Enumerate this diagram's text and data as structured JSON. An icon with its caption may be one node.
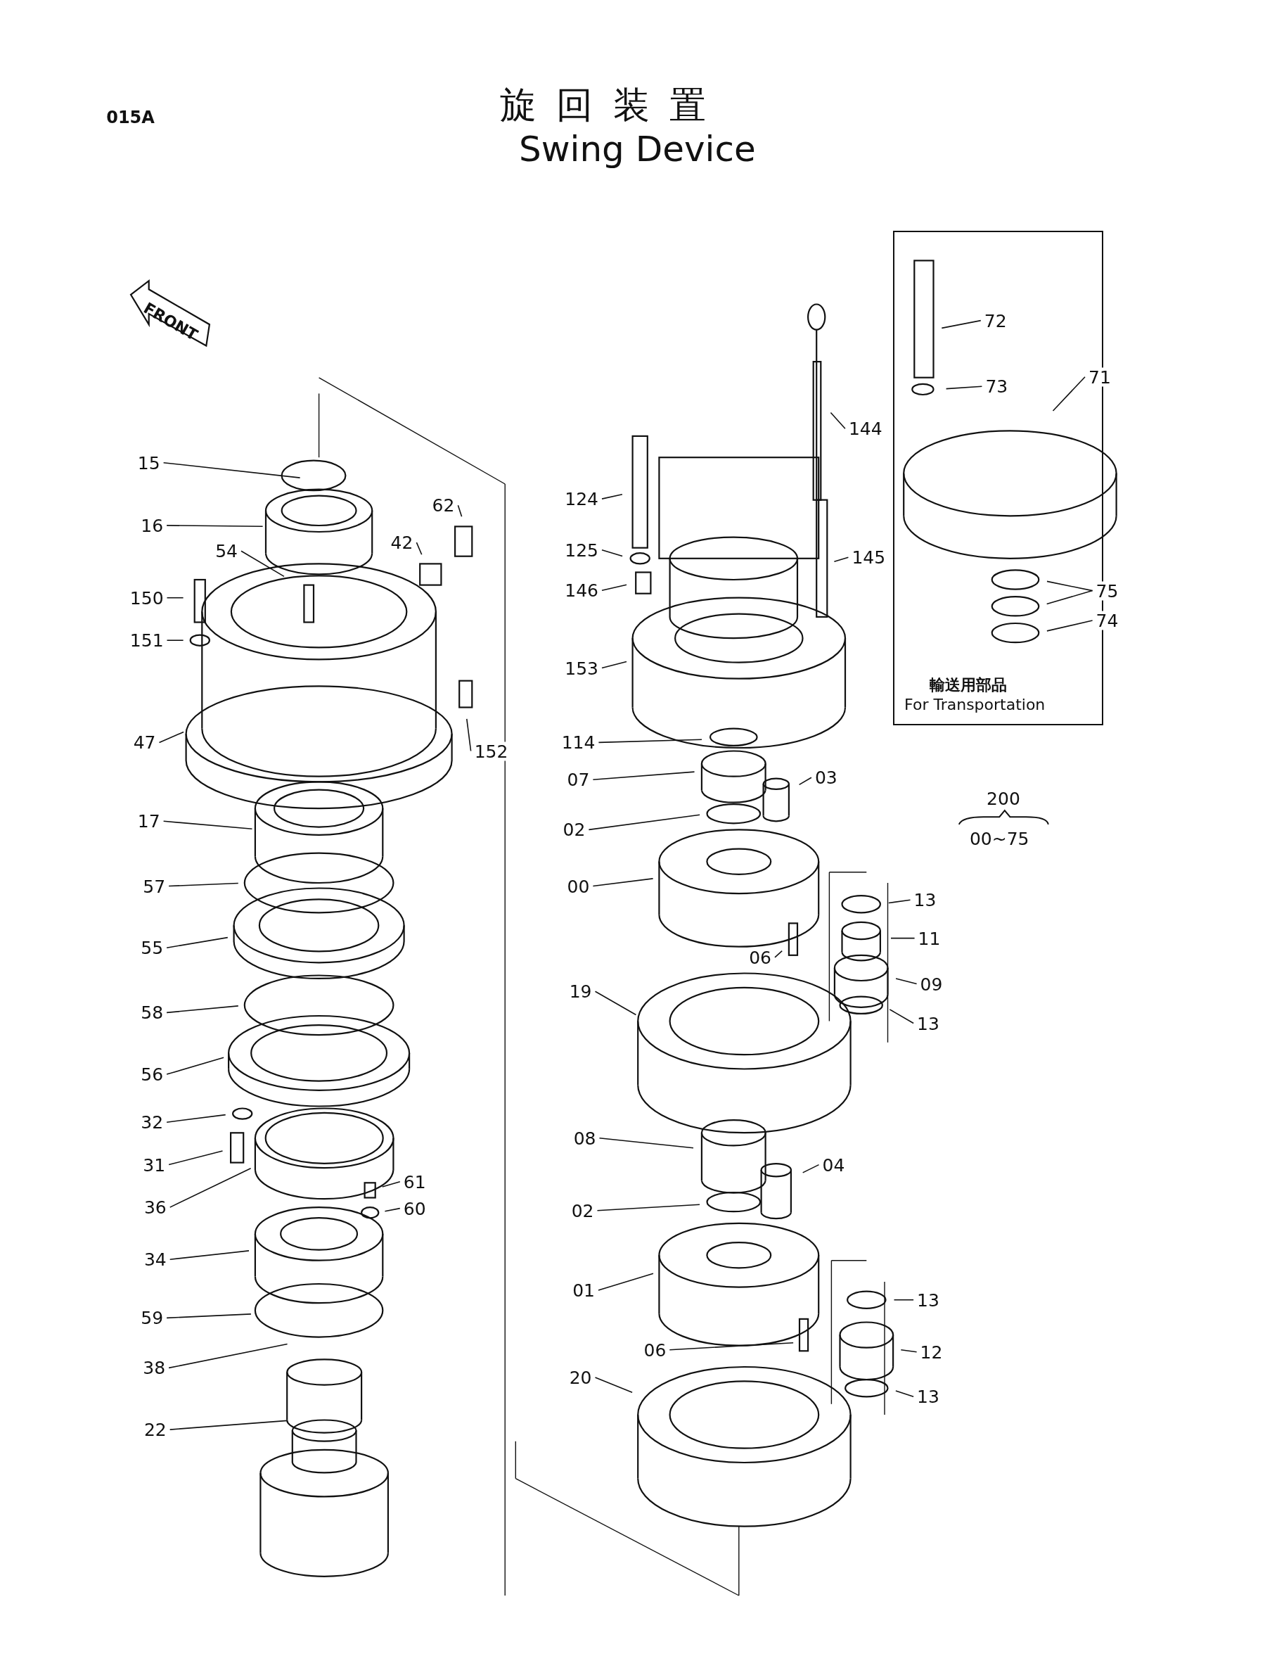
{
  "diagram": {
    "title": "旋 回 装 置",
    "nodes": [
      {
        "text": [
          "輸送用部品",
          "For Transportation"
        ]
      },
      {
        "text": [
          "72"
        ],
        "in": 0
      },
      {
        "text": [
          "73"
        ],
        "in": 0
      },
      {
        "text": [
          "71"
        ],
        "in": 0
      },
      {
        "text": [
          "75"
        ],
        "in": 0
      },
      {
        "text": [
          "74"
        ],
        "in": 0
      },
      {
        "text": [
          "15"
        ]
      },
      {
        "text": [
          "16"
        ]
      },
      {
        "text": [
          "54"
        ]
      },
      {
        "text": [
          "62"
        ]
      },
      {
        "text": [
          "42"
        ]
      },
      {
        "text": [
          "150"
        ]
      },
      {
        "text": [
          "151"
        ]
      },
      {
        "text": [
          "47"
        ]
      },
      {
        "text": [
          "152"
        ]
      },
      {
        "text": [
          "17"
        ]
      },
      {
        "text": [
          "57"
        ]
      },
      {
        "text": [
          "55"
        ]
      },
      {
        "text": [
          "58"
        ]
      },
      {
        "text": [
          "56"
        ]
      },
      {
        "text": [
          "32"
        ]
      },
      {
        "text": [
          "31"
        ]
      },
      {
        "text": [
          "36"
        ]
      },
      {
        "text": [
          "61"
        ]
      },
      {
        "text": [
          "60"
        ]
      },
      {
        "text": [
          "34"
        ]
      },
      {
        "text": [
          "59"
        ]
      },
      {
        "text": [
          "38"
        ]
      },
      {
        "text": [
          "22"
        ]
      },
      {
        "text": [
          "124"
        ]
      },
      {
        "text": [
          "125"
        ]
      },
      {
        "text": [
          "146"
        ]
      },
      {
        "text": [
          "153"
        ]
      },
      {
        "text": [
          "144"
        ]
      },
      {
        "text": [
          "145"
        ]
      },
      {
        "text": [
          "114"
        ]
      },
      {
        "text": [
          "07"
        ]
      },
      {
        "text": [
          "03"
        ]
      },
      {
        "text": [
          "02"
        ]
      },
      {
        "text": [
          "00"
        ]
      },
      {
        "text": [
          "13"
        ]
      },
      {
        "text": [
          "11"
        ]
      },
      {
        "text": [
          "06"
        ]
      },
      {
        "text": [
          "09"
        ]
      },
      {
        "text": [
          "19"
        ]
      },
      {
        "text": [
          "13"
        ]
      },
      {
        "text": [
          "08"
        ]
      },
      {
        "text": [
          "04"
        ]
      },
      {
        "text": [
          "02"
        ]
      },
      {
        "text": [
          "01"
        ]
      },
      {
        "text": [
          "13"
        ]
      },
      {
        "text": [
          "12"
        ]
      },
      {
        "text": [
          "06"
        ]
      },
      {
        "text": [
          "20"
        ]
      },
      {
        "text": [
          "13"
        ]
      }
    ],
    "edges": [
      {
        "from": 1,
        "to": null,
        "arrow": "none"
      },
      {
        "from": 2,
        "to": null,
        "arrow": "none"
      },
      {
        "from": 3,
        "to": null,
        "arrow": "none"
      },
      {
        "from": 4,
        "to": null,
        "arrow": "none"
      },
      {
        "from": 4,
        "to": null,
        "arrow": "none"
      },
      {
        "from": 5,
        "to": null,
        "arrow": "none"
      },
      {
        "from": 6,
        "to": null,
        "arrow": "none"
      },
      {
        "from": 7,
        "to": null,
        "arrow": "none"
      },
      {
        "from": 8,
        "to": null,
        "arrow": "none"
      },
      {
        "from": 9,
        "to": null,
        "arrow": "none"
      },
      {
        "from": 10,
        "to": null,
        "arrow": "none"
      },
      {
        "from": 11,
        "to": null,
        "arrow": "none"
      },
      {
        "from": 12,
        "to": null,
        "arrow": "none"
      },
      {
        "from": 13,
        "to": null,
        "arrow": "none"
      },
      {
        "from": 14,
        "to": null,
        "arrow": "none"
      },
      {
        "from": 15,
        "to": null,
        "arrow": "none"
      },
      {
        "from": 16,
        "to": null,
        "arrow": "none"
      },
      {
        "from": 17,
        "to": null,
        "arrow": "none"
      },
      {
        "from": 18,
        "to": null,
        "arrow": "none"
      },
      {
        "from": 19,
        "to": null,
        "arrow": "none"
      },
      {
        "from": 20,
        "to": null,
        "arrow": "none"
      },
      {
        "from": 21,
        "to": null,
        "arrow": "none"
      },
      {
        "from": 22,
        "to": null,
        "arrow": "none"
      },
      {
        "from": 23,
        "to": null,
        "arrow": "none"
      },
      {
        "from": 24,
        "to": null,
        "arrow": "none"
      },
      {
        "from": 25,
        "to": null,
        "arrow": "none"
      },
      {
        "from": 26,
        "to": null,
        "arrow": "none"
      },
      {
        "from": 27,
        "to": null,
        "arrow": "none"
      },
      {
        "from": 28,
        "to": null,
        "arrow": "none"
      },
      {
        "from": 29,
        "to": null,
        "arrow": "none"
      },
      {
        "from": 30,
        "to": null,
        "arrow": "none"
      },
      {
        "from": 31,
        "to": null,
        "arrow": "none"
      },
      {
        "from": 32,
        "to": null,
        "arrow": "none"
      },
      {
        "from": 33,
        "to": null,
        "arrow": "none"
      },
      {
        "from": 34,
        "to": null,
        "arrow": "none"
      },
      {
        "from": 35,
        "to": null,
        "arrow": "none"
      },
      {
        "from": 36,
        "to": null,
        "arrow": "none"
      },
      {
        "from": 37,
        "to": null,
        "arrow": "none"
      },
      {
        "from": 38,
        "to": null,
        "arrow": "none"
      },
      {
        "from": 39,
        "to": null,
        "arrow": "none"
      },
      {
        "from": 40,
        "to": null,
        "arrow": "none"
      },
      {
        "from": 41,
        "to": null,
        "arrow": "none"
      },
      {
        "from": 42,
        "to": null,
        "arrow": "none"
      },
      {
        "from": 43,
        "to": null,
        "arrow": "none"
      },
      {
        "from": 44,
        "to": null,
        "arrow": "none"
      },
      {
        "from": 45,
        "to": null,
        "arrow": "none"
      },
      {
        "from": 46,
        "to": null,
        "arrow": "none"
      },
      {
        "from": 47,
        "to": null,
        "arrow": "none"
      },
      {
        "from": 48,
        "to": null,
        "arrow": "none"
      },
      {
        "from": 49,
        "to": null,
        "arrow": "none"
      },
      {
        "from": 50,
        "to": null,
        "arrow": "none"
      },
      {
        "from": 51,
        "to": null,
        "arrow": "none"
      },
      {
        "from": 52,
        "to": null,
        "arrow": "none"
      },
      {
        "from": 53,
        "to": null,
        "arrow": "none"
      },
      {
        "from": 54,
        "to": null,
        "arrow": "none"
      }
    ],
    "labels": [
      "015A",
      "Swing Device",
      "FRONT",
      "200",
      "00~75"
    ]
  }
}
